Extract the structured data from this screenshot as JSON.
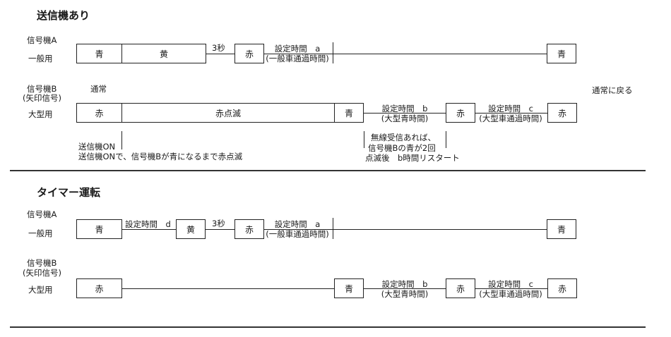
{
  "section1": {
    "title": "送信機あり",
    "signal_a_label": "信号機A",
    "signal_a_sub": "一般用",
    "signal_b_label": "信号機B",
    "signal_b_sub1": "(矢印信号)",
    "signal_b_sub2": "大型用",
    "normal_label": "通常",
    "return_label": "通常に戻る",
    "a_boxes": {
      "blue": "青",
      "yellow": "黄",
      "red": "赤",
      "blue_end": "青"
    },
    "a_gap": "3秒",
    "a_time_line1": "設定時間　a",
    "a_time_line2": "(一般車通過時間)",
    "b_boxes": {
      "red": "赤",
      "red_flash": "赤点滅",
      "blue": "青",
      "red2": "赤",
      "blue_end": "赤"
    },
    "b_time1_line1": "設定時間　b",
    "b_time1_line2": "(大型青時間)",
    "b_time2_line1": "設定時間　c",
    "b_time2_line2": "(大型車通過時間)",
    "note_left_line1": "送信機ON",
    "note_left_line2": "送信機ONで、信号機Bが青になるまで赤点滅",
    "note_right_line1": "無線受信あれば、",
    "note_right_line2": "信号機Bの青が2回",
    "note_right_line3": "点滅後　b時間リスタート"
  },
  "section2": {
    "title": "タイマー運転",
    "signal_a_label": "信号機A",
    "signal_a_sub": "一般用",
    "signal_b_label": "信号機B",
    "signal_b_sub1": "(矢印信号)",
    "signal_b_sub2": "大型用",
    "a_boxes": {
      "blue": "青",
      "yellow": "黄",
      "red": "赤",
      "blue_end": "青"
    },
    "a_time_d": "設定時間　d",
    "a_gap": "3秒",
    "a_time_line1": "設定時間　a",
    "a_time_line2": "(一般車通過時間)",
    "b_boxes": {
      "red": "赤",
      "blue": "青",
      "red2": "赤",
      "red_end": "赤"
    },
    "b_time1_line1": "設定時間　b",
    "b_time1_line2": "(大型青時間)",
    "b_time2_line1": "設定時間　c",
    "b_time2_line2": "(大型車通過時間)"
  }
}
